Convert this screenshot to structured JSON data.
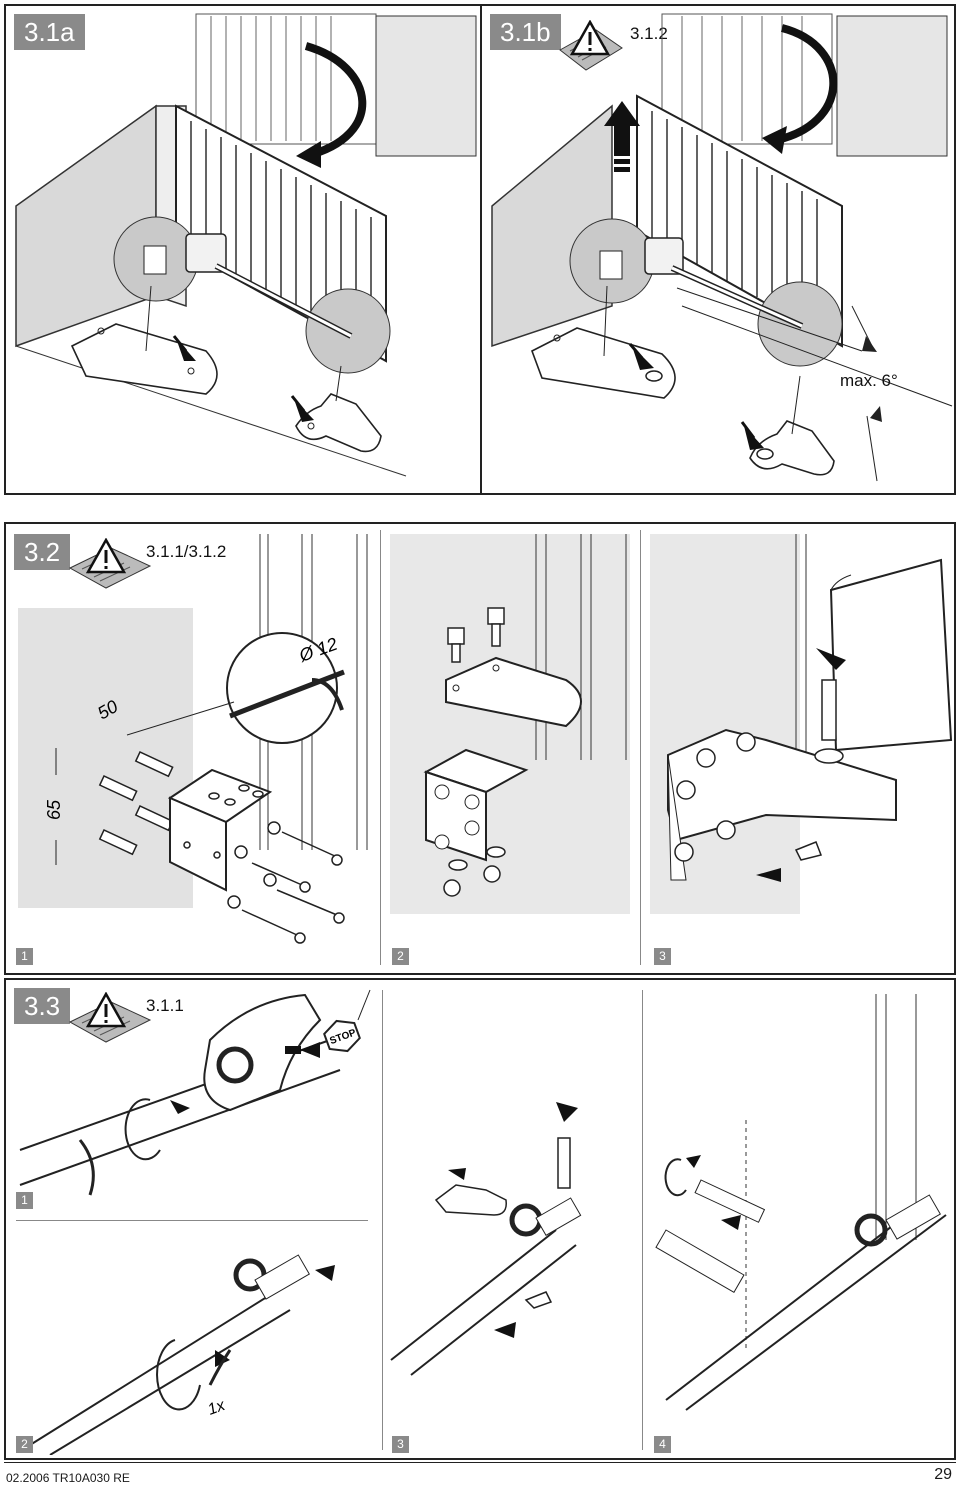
{
  "sections": {
    "s31a": {
      "label": "3.1a"
    },
    "s31b": {
      "label": "3.1b",
      "ref": "3.1.2",
      "angle_text": "max. 6°"
    },
    "s32": {
      "label": "3.2",
      "ref": "3.1.1/3.1.2",
      "dim_50": "50",
      "dim_65": "65",
      "drill": "Ø 12",
      "steps": [
        "1",
        "2",
        "3"
      ]
    },
    "s33": {
      "label": "3.3",
      "ref": "3.1.1",
      "stop": "STOP",
      "turn": "1x",
      "steps": [
        "1",
        "2",
        "3",
        "4"
      ]
    }
  },
  "footer": {
    "code": "02.2006  TR10A030  RE",
    "page": "29"
  },
  "icons": [
    "warning-manual-icon",
    "arrow-icon",
    "stop-sign-icon"
  ]
}
